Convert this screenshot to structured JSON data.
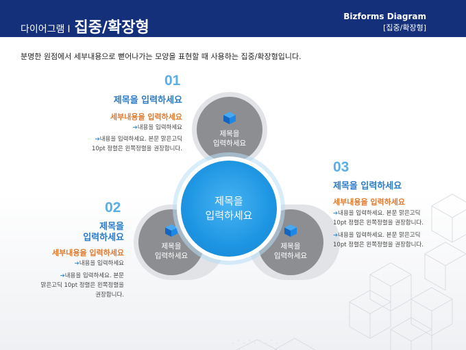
{
  "header": {
    "category": "다이어그램",
    "separator": "I",
    "title": "집중/확장형",
    "brand": "Bizforms Diagram",
    "brand_sub": "[집중/확장형]"
  },
  "description": "분명한 원점에서 세부내용으로 뻗어나가는 모양을 표현할 때 사용하는 집중/확장형입니다.",
  "center_label": [
    "제목을",
    "입력하세요"
  ],
  "circles": [
    {
      "label": [
        "제목을",
        "입력하세요"
      ]
    },
    {
      "label": [
        "제목을",
        "입력하세요"
      ]
    },
    {
      "label": [
        "제목을",
        "입력하세요"
      ]
    }
  ],
  "blocks": [
    {
      "num": "01",
      "title": "제목을 입력하세요",
      "subtitle": "세부내용을 입력하세요",
      "lines": [
        "내용을 입력하세요",
        "내용을 입력하세요. 본문 맑은고딕",
        "10pt 정렬은 왼쪽정렬을 권장합니다."
      ]
    },
    {
      "num": "02",
      "title": [
        "제목을",
        "입력하세요"
      ],
      "subtitle": "세부내용을 입력하세요",
      "lines": [
        "내용을 입력하세요",
        "내용을 입력하세요. 본문",
        "맑은고딕 10pt 정렬은 왼쪽정렬을",
        "권장합니다."
      ]
    },
    {
      "num": "03",
      "title": "제목을 입력하세요",
      "subtitle": "세부내용을 입력하세요",
      "lines": [
        "내용을 입력하세요. 본문 맑은고딕",
        "10pt 정렬은 왼쪽정렬을 권장합니다.",
        "내용을 입력하세요. 본문 맑은고딕",
        "10pt 정렬은 왼쪽정렬을 권장합니다."
      ]
    }
  ],
  "colors": {
    "header_bg": "#14307a",
    "accent_blue": "#1e95e2",
    "number_blue": "#5aaee6",
    "title_blue": "#2a7cc7",
    "subtitle_orange": "#e07a2e",
    "circle_gray": "#8d8e92"
  }
}
